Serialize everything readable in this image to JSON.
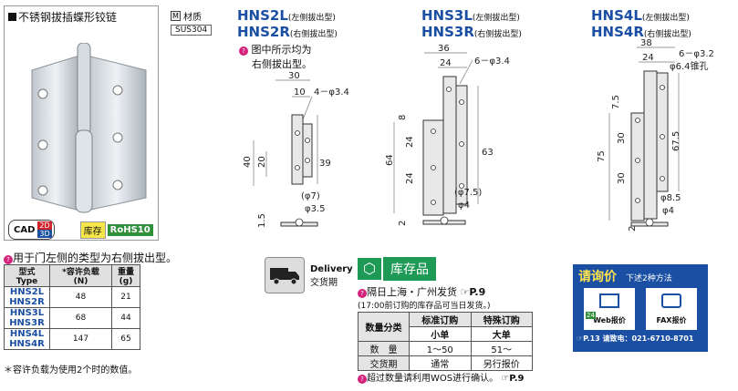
{
  "title": "不锈钢拔插蝶形铰链",
  "material": {
    "label": "材质",
    "value": "SUS304"
  },
  "models": [
    {
      "left_code": "HNS2L",
      "left_note": "(左侧拔出型)",
      "right_code": "HNS2R",
      "right_note": "(右侧拔出型)"
    },
    {
      "left_code": "HNS3L",
      "left_note": "(左侧拔出型)",
      "right_code": "HNS3R",
      "right_note": "(右侧拔出型)"
    },
    {
      "left_code": "HNS4L",
      "left_note": "(左侧拔出型)",
      "right_code": "HNS4R",
      "right_note": "(右侧拔出型)"
    }
  ],
  "figure_note": [
    "图中所示均为",
    "右侧拔出型。"
  ],
  "dims_hns2": {
    "d30": "30",
    "d10": "10",
    "hole": "4－φ3.4",
    "d40": "40",
    "d20": "20",
    "d39": "39",
    "phi7": "(φ7)",
    "phi35": "φ3.5",
    "d15": "1.5"
  },
  "dims_hns3": {
    "d36": "36",
    "d24": "24",
    "hole": "6－φ3.4",
    "d8": "8",
    "d64": "64",
    "d24v": "24",
    "d24v2": "24",
    "d63": "63",
    "phi75": "(φ7.5)",
    "phi4": "φ4",
    "d2": "2"
  },
  "dims_hns4": {
    "d38": "38",
    "d24": "24",
    "hole1": "6－φ3.2",
    "hole2": "φ6.4锥孔",
    "d75a": "7.5",
    "d75": "75",
    "d30": "30",
    "d30b": "30",
    "d675": "67.5",
    "phi85": "φ8.5",
    "phi4": "φ4",
    "d2": "2"
  },
  "badges": {
    "cad": "CAD",
    "twod": "2D",
    "threed": "3D",
    "stock": "库存",
    "rohs": "RoHS10"
  },
  "table_note": "用于门左侧的类型为右侧拔出型。",
  "table": {
    "headers": [
      [
        "型式",
        "Type"
      ],
      [
        "*容许负载",
        "(N)"
      ],
      [
        "重量",
        "(g)"
      ]
    ],
    "rows": [
      {
        "types": [
          "HNS2L",
          "HNS2R"
        ],
        "load": "48",
        "weight": "21"
      },
      {
        "types": [
          "HNS3L",
          "HNS3R"
        ],
        "load": "68",
        "weight": "44"
      },
      {
        "types": [
          "HNS4L",
          "HNS4R"
        ],
        "load": "147",
        "weight": "65"
      }
    ],
    "footnote": "＊容许负载为使用2个时的数值。"
  },
  "delivery": {
    "en": "Delivery",
    "cn": "交货期",
    "stock_label": "库存品",
    "line1": "隔日上海・广州发货",
    "line1_ref": "P.9",
    "line2": "(17:00前订购的库存品可当日发货。)",
    "table_headers": [
      "数量分类",
      "标准订购",
      "特殊订购"
    ],
    "sub_headers": [
      "小单",
      "大单"
    ],
    "rows": [
      {
        "label": "数　量",
        "std": "1～50",
        "special": "51～"
      },
      {
        "label": "交货期",
        "std": "通常",
        "special": "另行报价"
      }
    ],
    "footer": "超过数量请利用WOS进行确认。",
    "footer_ref": "P.9"
  },
  "quote": {
    "title": "请询价",
    "sub": "下述2种方法",
    "web_label": "Web报价",
    "fax_label": "FAX报价",
    "web_badge": "24",
    "footer_ref": "P.13",
    "footer": "请致电：021-6710-8701"
  }
}
